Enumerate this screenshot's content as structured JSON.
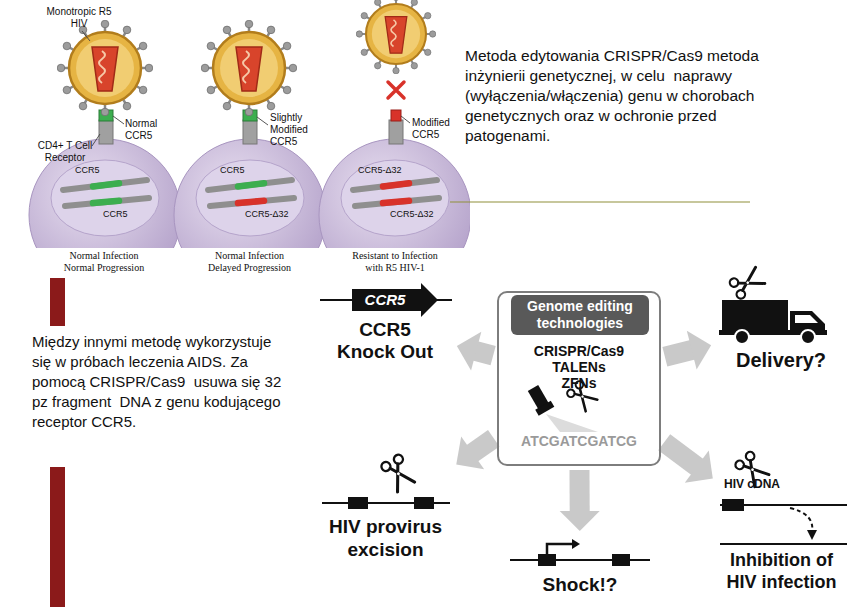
{
  "diagram": {
    "nodes": [
      {
        "text": [
          "Genome editing technologies",
          "CRISPR/Cas9 TALENs ZFNs",
          "ATCGATCGATCG"
        ]
      },
      {
        "text": [
          "CCR5",
          "CCR5 Knock Out"
        ]
      },
      {
        "text": [
          "Delivery?"
        ]
      },
      {
        "text": [
          "HIV provirus excision"
        ]
      },
      {
        "text": [
          "Shock!?"
        ]
      },
      {
        "text": [
          "HIV cDNA",
          "Inhibition of HIV infection"
        ]
      }
    ],
    "edges": [
      {
        "from": 0,
        "to": 1,
        "arrow": "to"
      },
      {
        "from": 0,
        "to": 2,
        "arrow": "to"
      },
      {
        "from": 0,
        "to": 3,
        "arrow": "to"
      },
      {
        "from": 0,
        "to": 4,
        "arrow": "to"
      },
      {
        "from": 0,
        "to": 5,
        "arrow": "to"
      }
    ],
    "labels": [
      "Monotropic R5 HIV",
      "CD4+ T Cell Receptor",
      "Normal CCR5",
      "Slightly Modified CCR5",
      "Modified CCR5",
      "CCR5",
      "CCR5",
      "CCR5",
      "CCR5-Δ32",
      "CCR5-Δ32",
      "CCR5-Δ32",
      "Normal Infection Normal Progression",
      "Normal Infection Delayed Progression",
      "Resistant to Infection with R5 HIV-1",
      "Metoda edytowania CRISPR/Cas9 metoda inżynierii genetycznej, w celu  naprawy (wyłączenia/włączenia) genu w chorobach genetycznych oraz w ochronie przed patogenami.",
      "Między innymi metodę wykorzystuje się w próbach leczenia AIDS. Za pomocą CRISPR/Cas9  usuwa się 32 pz fragment  DNA z genu kodującego  receptor CCR5."
    ]
  }
}
